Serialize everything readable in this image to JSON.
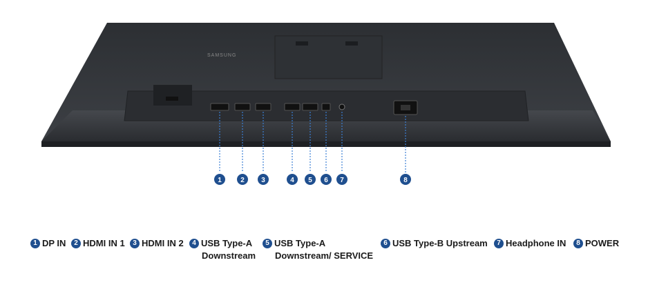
{
  "brand": "SAMSUNG",
  "colors": {
    "badge": "#1f4f8f",
    "leader": "#3b7fd4",
    "monitor_body": "#3a3d42",
    "monitor_dark": "#26282b"
  },
  "badges": [
    "1",
    "2",
    "3",
    "4",
    "5",
    "6",
    "7",
    "8"
  ],
  "legend": [
    {
      "num": "1",
      "line1": "DP IN",
      "line2": ""
    },
    {
      "num": "2",
      "line1": "HDMI IN 1",
      "line2": ""
    },
    {
      "num": "3",
      "line1": "HDMI IN 2",
      "line2": ""
    },
    {
      "num": "4",
      "line1": "USB Type-A",
      "line2": "Downstream"
    },
    {
      "num": "5",
      "line1": "USB Type-A",
      "line2": "Downstream/ SERVICE"
    },
    {
      "num": "6",
      "line1": "USB Type-B Upstream",
      "line2": ""
    },
    {
      "num": "7",
      "line1": "Headphone IN",
      "line2": ""
    },
    {
      "num": "8",
      "line1": "POWER",
      "line2": ""
    }
  ]
}
